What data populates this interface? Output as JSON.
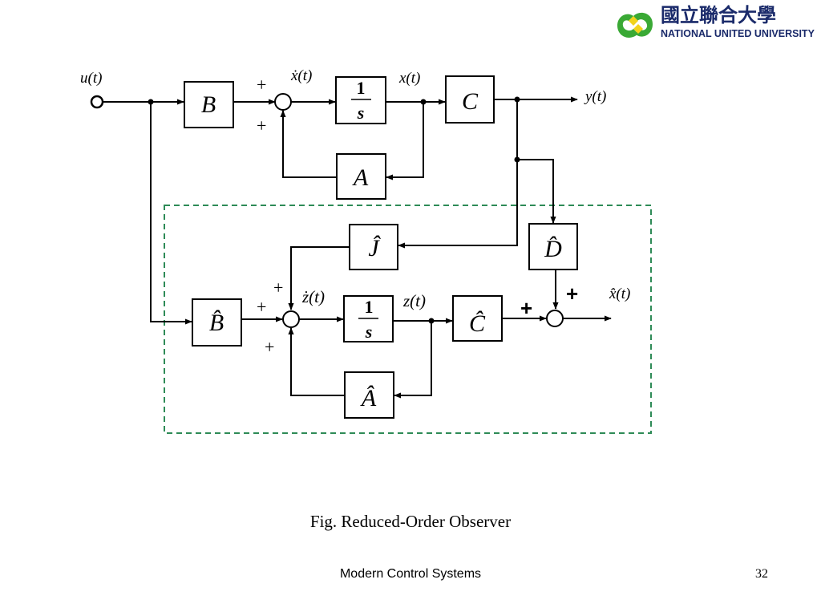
{
  "logo": {
    "chinese_name": "國立聯合大學",
    "english_name": "NATIONAL UNITED UNIVERSITY",
    "colors": {
      "green": "#3aa935",
      "yellow": "#f2d31b",
      "navy": "#1a2a6a"
    }
  },
  "diagram": {
    "signals": {
      "u": "u(t)",
      "x_dot": "ẋ(t)",
      "x": "x(t)",
      "y": "y(t)",
      "z_dot": "ż(t)",
      "z": "z(t)",
      "x_hat": "x̂(t)"
    },
    "blocks": {
      "B": "B",
      "integrator_num": "1",
      "integrator_den": "s",
      "C": "C",
      "A": "A",
      "J_hat": "Ĵ",
      "D_hat": "D̂",
      "B_hat": "B̂",
      "integrator2_num": "1",
      "integrator2_den": "s",
      "C_hat": "Ĉ",
      "A_hat": "Â"
    },
    "signs": {
      "sum1_top": "+",
      "sum1_bottom": "+",
      "sum2_top": "+",
      "sum2_left": "+",
      "sum2_bottom": "+",
      "sum3_top": "+",
      "sum3_left": "+"
    },
    "observer_box_color": "#2e8b57"
  },
  "caption": "Fig. Reduced-Order Observer",
  "footer": {
    "title": "Modern Control Systems",
    "page_number": "32"
  }
}
